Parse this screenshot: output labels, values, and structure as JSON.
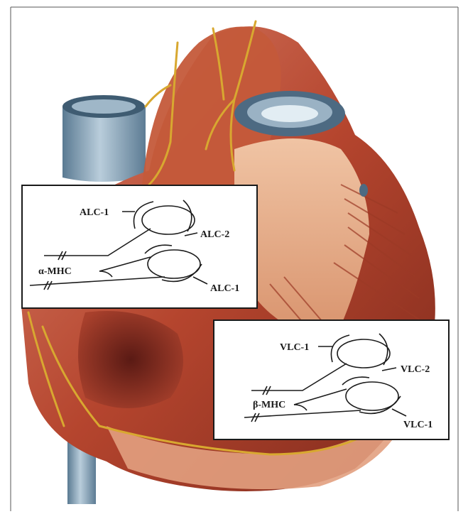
{
  "atrial_inset": {
    "heavy_chain": "α-MHC",
    "light_chain_essential_top": "ALC-1",
    "light_chain_regulatory": "ALC-2",
    "light_chain_essential_bottom": "ALC-1"
  },
  "ventricular_inset": {
    "heavy_chain": "β-MHC",
    "light_chain_essential_top": "VLC-1",
    "light_chain_regulatory": "VLC-2",
    "light_chain_essential_bottom": "VLC-1"
  },
  "colors": {
    "myocardium": "#b5452e",
    "myocardium_light": "#e0a07c",
    "vessel_blue": "#6f8fa6",
    "coronary_yellow": "#d8a830",
    "frame": "#1a1a1a"
  }
}
